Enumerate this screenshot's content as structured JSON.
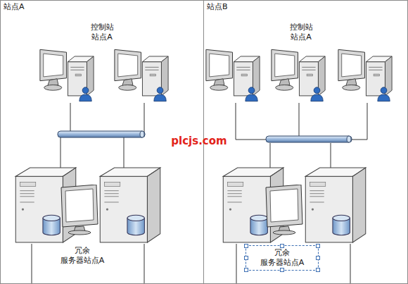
{
  "diagram": {
    "nodes": [
      {
        "text": [
          "站点A"
        ]
      },
      {
        "text": [
          "站点B"
        ]
      },
      {
        "text": [
          "冗余 服务器站点A"
        ],
        "in": 1
      }
    ],
    "labels": [
      "控制站 站点A",
      "冗余 服务器站点A",
      "控制站 站点A",
      "plcjs.com"
    ]
  }
}
